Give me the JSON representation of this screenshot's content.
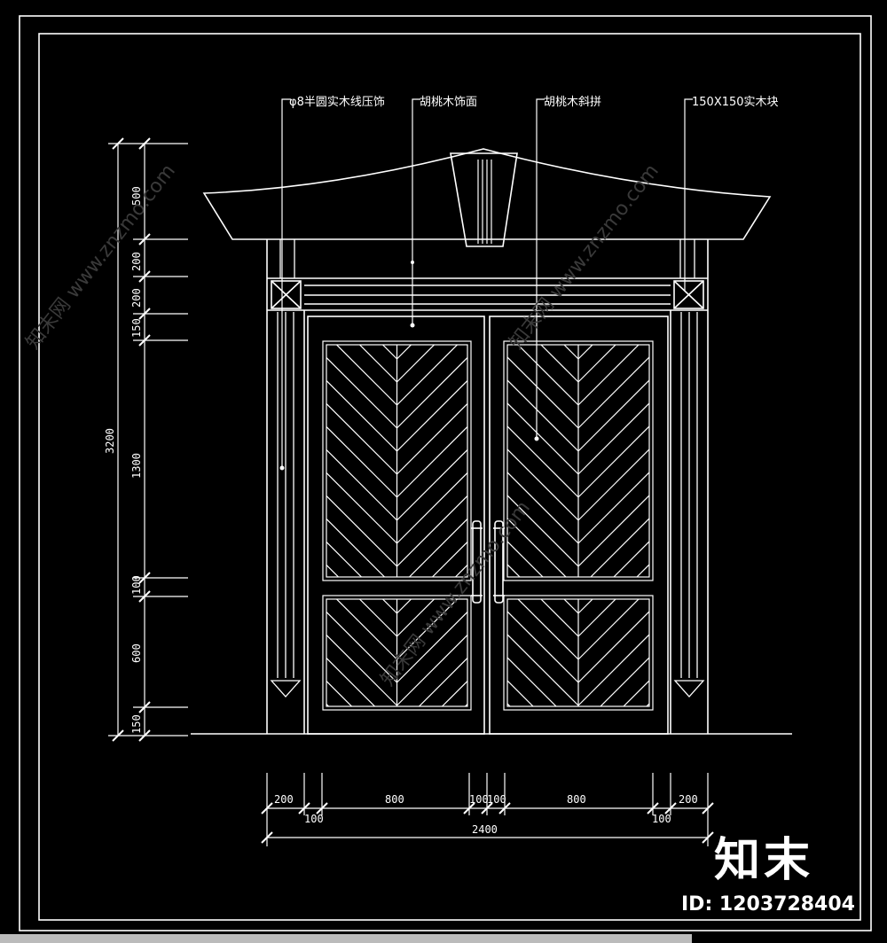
{
  "callouts": {
    "molding": "φ8半圆实木线压饰",
    "walnut_veneer": "胡桃木饰面",
    "walnut_herringbone": "胡桃木斜拼",
    "wood_block": "150X150实木块"
  },
  "vertical_dims": {
    "total": "3200",
    "segments": [
      "500",
      "200",
      "200",
      "150",
      "1300",
      "100",
      "600",
      "150"
    ]
  },
  "horizontal_dims": {
    "total": "2400",
    "upper": [
      "200",
      "800",
      "100",
      "100",
      "800",
      "200"
    ],
    "lower": [
      "100",
      "100"
    ]
  },
  "branding": {
    "logo": "知末",
    "id": "ID: 1203728404",
    "watermark": "知末网 www.znzmo.com"
  },
  "colors": {
    "background": "#000000",
    "linework": "#ffffff",
    "watermark": "#3a3a3a"
  }
}
